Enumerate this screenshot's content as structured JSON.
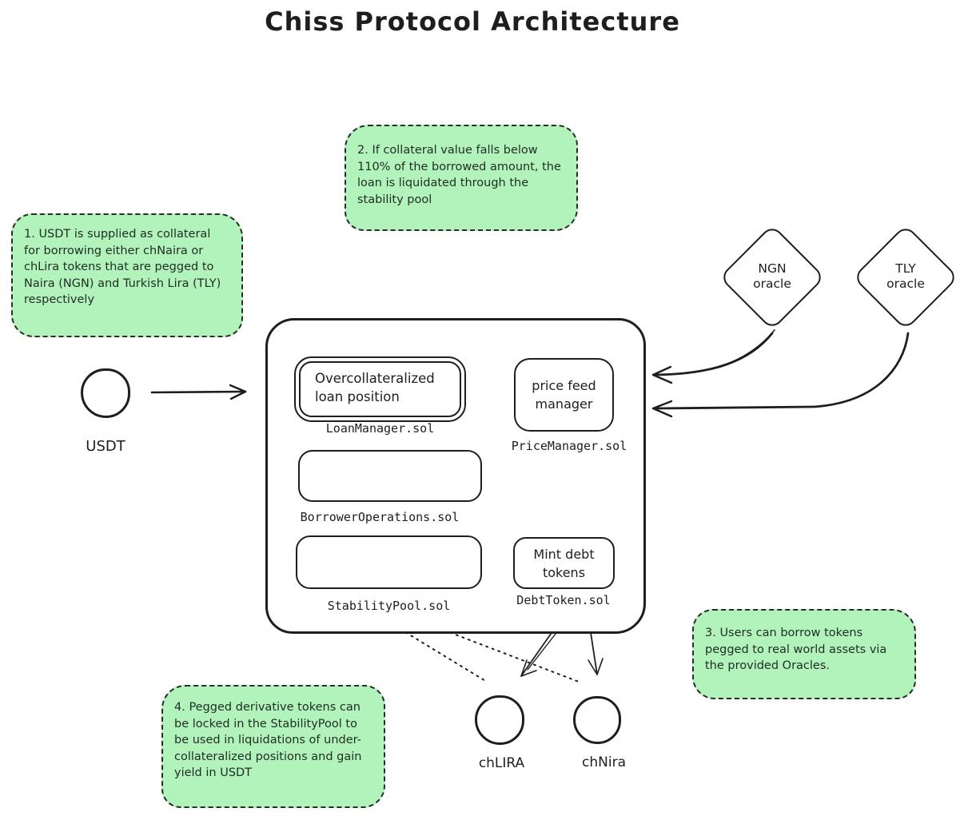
{
  "title": "Chiss Protocol Architecture",
  "colors": {
    "note_fill": "#b2f2bb",
    "stroke": "#1e1e1e",
    "background": "#ffffff"
  },
  "notes": {
    "n1": "1. USDT is supplied as collateral\nfor borrowing either chNaira or\nchLira tokens that are pegged to\nNaira (NGN) and Turkish Lira (TLY)\nrespectively",
    "n2": "2. If collateral value falls below\n110% of the borrowed amount, the\nloan is liquidated through the\nstability pool",
    "n3": "3. Users can borrow tokens\npegged to real world assets via\nthe provided Oracles.",
    "n4": "4. Pegged derivative tokens can\nbe locked in the StabilityPool to\nbe used in liquidations of under-\ncollateralized positions and gain\nyield in USDT"
  },
  "tokens": {
    "usdt": "USDT",
    "chlira": "chLIRA",
    "chnira": "chNira"
  },
  "oracles": {
    "ngn": {
      "label": "NGN\noracle"
    },
    "tly": {
      "label": "TLY\noracle"
    }
  },
  "modules": {
    "loan_manager": {
      "box_text": "Overcollateralized\nloan position",
      "file": "LoanManager.sol"
    },
    "price_manager": {
      "box_text": "price feed\nmanager",
      "file": "PriceManager.sol"
    },
    "borrower_operations": {
      "file": "BorrowerOperations.sol"
    },
    "stability_pool": {
      "file": "StabilityPool.sol"
    },
    "debt_token": {
      "box_text": "Mint debt\ntokens",
      "file": "DebtToken.sol"
    }
  }
}
